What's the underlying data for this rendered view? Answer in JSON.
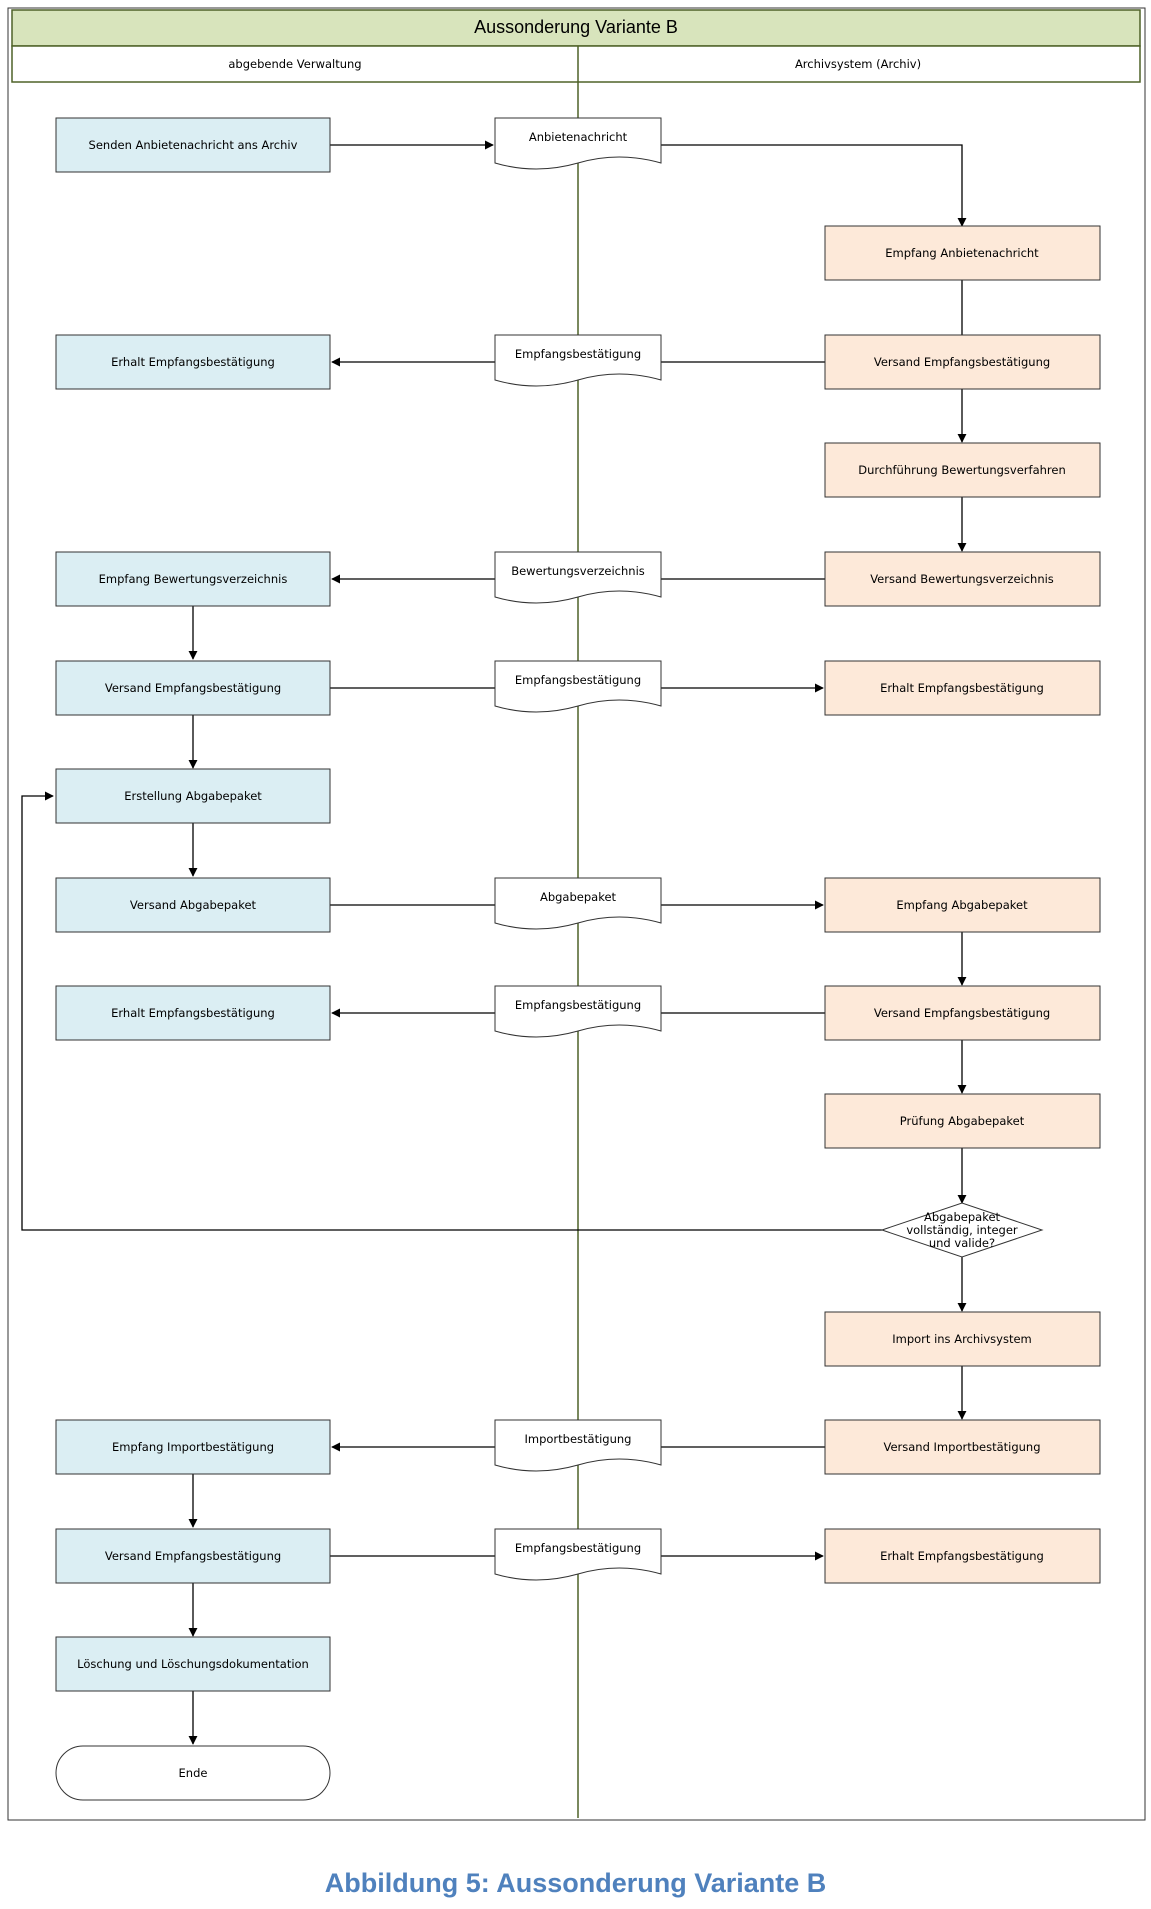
{
  "title": "Aussonderung Variante B",
  "lanes": {
    "left": "abgebende Verwaltung",
    "right": "Archivsystem (Archiv)"
  },
  "colors": {
    "left_fill": "#dbeef3",
    "right_fill": "#fde9d9",
    "title_fill": "#d8e4bc",
    "border": "#4f6228",
    "caption": "#4f81bd"
  },
  "left_steps": [
    "Senden Anbietenachricht ans Archiv",
    "Erhalt Empfangsbestätigung",
    "Empfang Bewertungsverzeichnis",
    "Versand Empfangsbestätigung",
    "Erstellung Abgabepaket",
    "Versand Abgabepaket",
    "Erhalt Empfangsbestätigung",
    "Empfang Importbestätigung",
    "Versand Empfangsbestätigung",
    "Löschung und Löschungsdokumentation"
  ],
  "end_label": "Ende",
  "documents": [
    "Anbietenachricht",
    "Empfangsbestätigung",
    "Bewertungsverzeichnis",
    "Empfangsbestätigung",
    "Abgabepaket",
    "Empfangsbestätigung",
    "Importbestätigung",
    "Empfangsbestätigung"
  ],
  "right_steps": [
    "Empfang Anbietenachricht",
    "Versand Empfangsbestätigung",
    "Durchführung Bewertungsverfahren",
    "Versand Bewertungsverzeichnis",
    "Erhalt Empfangsbestätigung",
    "Empfang Abgabepaket",
    "Versand Empfangsbestätigung",
    "Prüfung Abgabepaket",
    "Import ins Archivsystem",
    "Versand Importbestätigung",
    "Erhalt Empfangsbestätigung"
  ],
  "decision": [
    "Abgabepaket",
    "vollständig, integer",
    "und valide?"
  ],
  "caption": "Abbildung 5: Aussonderung Variante B"
}
